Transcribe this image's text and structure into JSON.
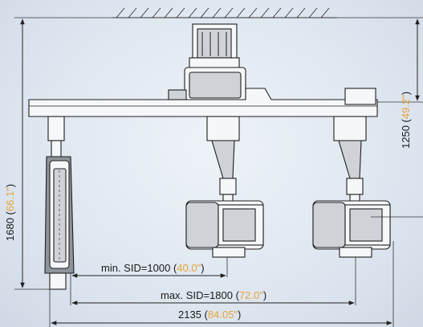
{
  "dimensions": {
    "total_height": {
      "value": "1680",
      "inch": "66.1\""
    },
    "rail_height": {
      "value": "1250",
      "inch": "49.2\""
    },
    "min_sid": {
      "value": "min. SID=1000",
      "inch": "40.0\""
    },
    "max_sid": {
      "value": "max. SID=1800",
      "inch": "72.0\""
    },
    "total_width": {
      "value": "2135",
      "inch": "84.05\""
    }
  },
  "colors": {
    "inch_highlight": "#e8a33a",
    "line": "#1e1e1e"
  }
}
